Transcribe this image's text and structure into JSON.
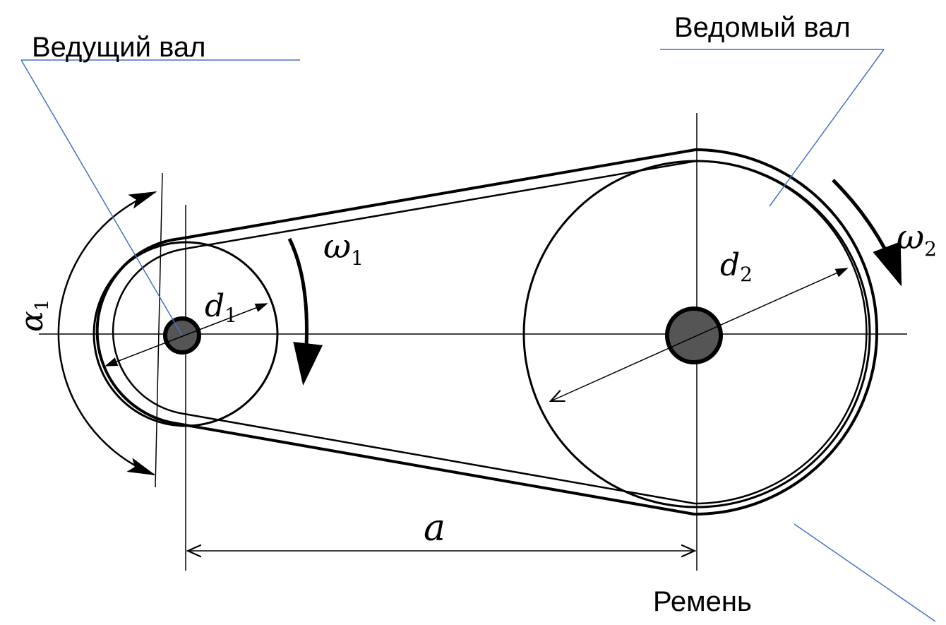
{
  "labels": {
    "driving_shaft": "Ведущий вал",
    "driven_shaft": "Ведомый вал",
    "belt": "Ремень"
  },
  "symbols": {
    "alpha": "α",
    "alpha_sub": "1",
    "d1": "d",
    "d1_sub": "1",
    "d2": "d",
    "d2_sub": "2",
    "omega1": "ω",
    "omega1_sub": "1",
    "omega2": "ω",
    "omega2_sub": "2",
    "center_distance": "a"
  },
  "colors": {
    "line": "#000000",
    "callout": "#4472c4",
    "background": "#ffffff"
  }
}
